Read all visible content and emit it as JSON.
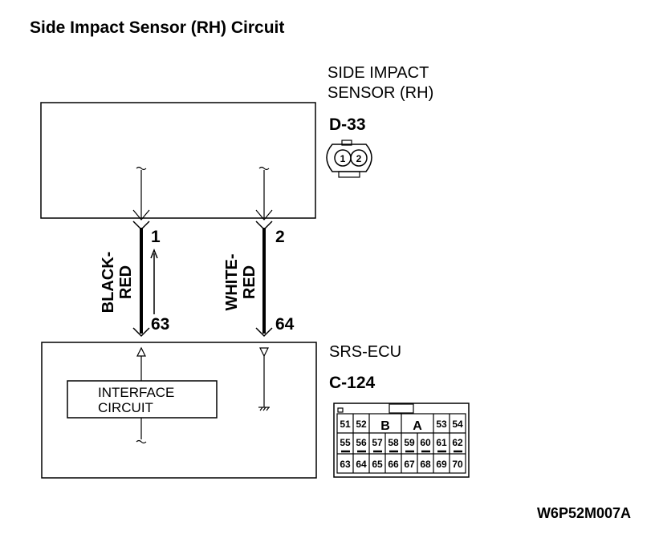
{
  "title": "Side Impact Sensor (RH) Circuit",
  "sensor": {
    "name_line1": "SIDE IMPACT",
    "name_line2": "SENSOR (RH)",
    "connector": "D-33",
    "connector_pins": [
      "1",
      "2"
    ]
  },
  "ecu": {
    "name": "SRS-ECU",
    "connector": "C-124",
    "interface_line1": "INTERFACE",
    "interface_line2": "CIRCUIT",
    "connector_labels": [
      "B",
      "A"
    ],
    "connector_rows": [
      [
        "51",
        "52",
        "53",
        "54"
      ],
      [
        "55",
        "56",
        "57",
        "58",
        "59",
        "60",
        "61",
        "62"
      ],
      [
        "63",
        "64",
        "65",
        "66",
        "67",
        "68",
        "69",
        "70"
      ]
    ]
  },
  "wires": [
    {
      "sensor_pin": "1",
      "ecu_pin": "63",
      "color_line1": "BLACK-",
      "color_line2": "RED"
    },
    {
      "sensor_pin": "2",
      "ecu_pin": "64",
      "color_line1": "WHITE-",
      "color_line2": "RED"
    }
  ],
  "figure_code": "W6P52M007A"
}
